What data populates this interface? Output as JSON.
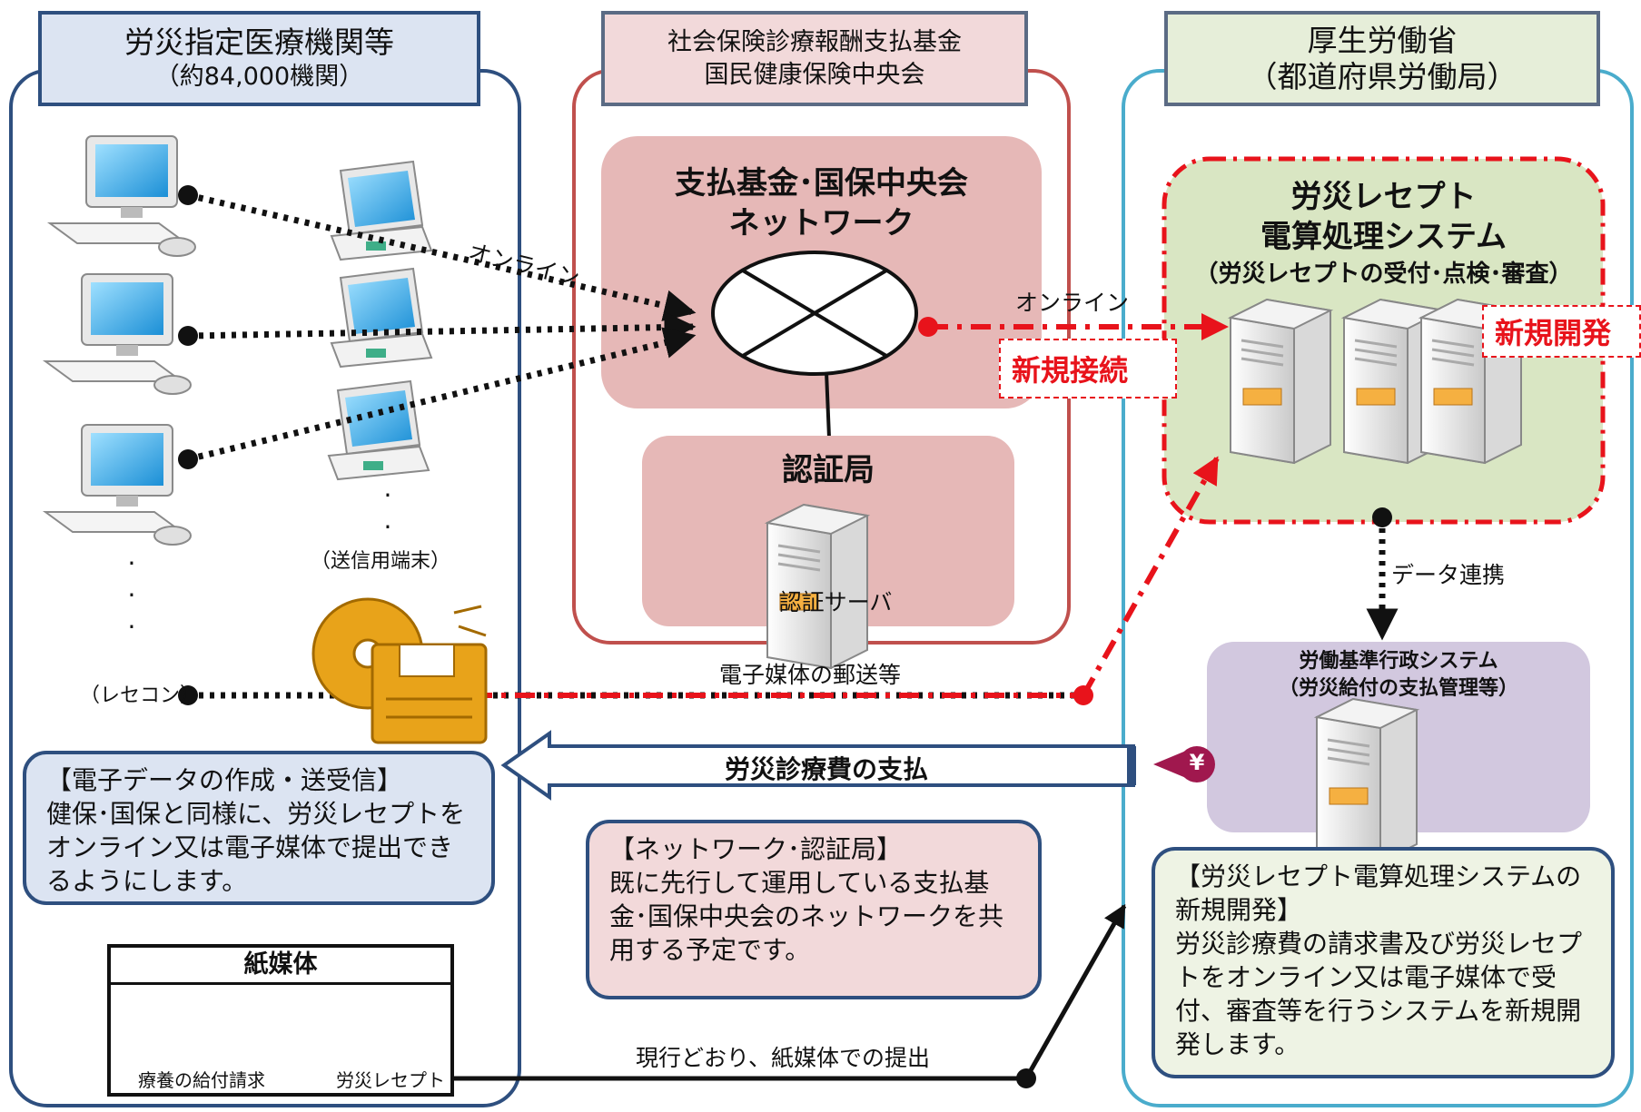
{
  "left": {
    "title": "労災指定医療機関等",
    "subtitle": "（約84,000機関）",
    "terminal_label": "（送信用端末）",
    "rececom_label": "（レセコン）",
    "note_title": "【電子データの作成・送受信】",
    "note_body": "健保･国保と同様に、労災レセプトをオンライン又は電子媒体で提出できるようにします。",
    "paper_title": "紙媒体",
    "paper_item1": "療養の給付請求",
    "paper_item2": "労災レセプト"
  },
  "middle": {
    "title_line1": "社会保険診療報酬支払基金",
    "title_line2": "国民健康保険中央会",
    "network_line1": "支払基金･国保中央会",
    "network_line2": "ネットワーク",
    "auth_title": "認証局",
    "auth_server": "認証サーバ",
    "note_title": "【ネットワーク･認証局】",
    "note_body": "既に先行して運用している支払基金･国保中央会のネットワークを共用する予定です。"
  },
  "right": {
    "title_line1": "厚生労働省",
    "title_line2": "（都道府県労働局）",
    "system_line1": "労災レセプト",
    "system_line2": "電算処理システム",
    "system_line3": "（労災レセプトの受付･点検･審査）",
    "new_dev": "新規開発",
    "data_link": "データ連携",
    "admin_line1": "労働基準行政システム",
    "admin_line2": "（労災給付の支払管理等）",
    "note_title": "【労災レセプト電算処理システムの新規開発】",
    "note_body": "労災診療費の請求書及び労災レセプトをオンライン又は電子媒体で受付、審査等を行うシステムを新規開発します。"
  },
  "flows": {
    "online_left": "オンライン",
    "online_right": "オンライン",
    "new_connection": "新規接続",
    "media_mail": "電子媒体の郵送等",
    "payment": "労災診療費の支払",
    "yen": "¥",
    "paper_submit": "現行どおり、紙媒体での提出"
  },
  "colors": {
    "red": "#e8131b",
    "navy": "#2e4f7f",
    "pink_panel": "#e6b8b7",
    "green_panel": "#d9e6c3",
    "purple_panel": "#d2c8df"
  }
}
